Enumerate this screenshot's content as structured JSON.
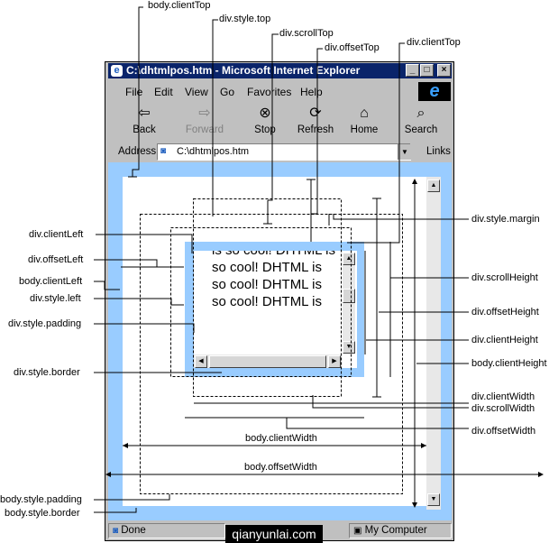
{
  "window": {
    "title": "C:\\dhtmlpos.htm - Microsoft Internet Explorer",
    "controls": [
      "_",
      "□",
      "×"
    ]
  },
  "menu": {
    "items": [
      "File",
      "Edit",
      "View",
      "Go",
      "Favorites",
      "Help"
    ]
  },
  "toolbar": {
    "back": "Back",
    "forward": "Forward",
    "stop": "Stop",
    "refresh": "Refresh",
    "home": "Home",
    "search": "Search"
  },
  "address": {
    "label": "Address",
    "value": "C:\\dhtmlpos.htm",
    "links": "Links"
  },
  "content": {
    "div_text": "is so cool! DHTML is so cool! DHTML is so cool! DHTML is so cool! DHTML is so cool! DHTML is"
  },
  "status": {
    "text": "Done",
    "zone": "My Computer"
  },
  "watermark": "qianyunlai.com",
  "annotations": {
    "top": [
      "body.clientTop",
      "div.style.top",
      "div.scrollTop",
      "div.offsetTop",
      "div.clientTop"
    ],
    "left": [
      "div.clientLeft",
      "div.offsetLeft",
      "body.clientLeft",
      "div.style.left",
      "div.style.padding",
      "div.style.border",
      "body.style.padding",
      "body.style.border"
    ],
    "right": [
      "div.style.margin",
      "div.scrollHeight",
      "div.offsetHeight",
      "div.clientHeight",
      "body.clientHeight",
      "div.clientWidth",
      "div.scrollWidth",
      "div.offsetWidth"
    ],
    "inner": [
      "body.clientWidth",
      "body.offsetWidth"
    ]
  },
  "colors": {
    "titlebar": "#0a246a",
    "client_area": "#99ccff",
    "window_face": "#c0c0c0"
  }
}
